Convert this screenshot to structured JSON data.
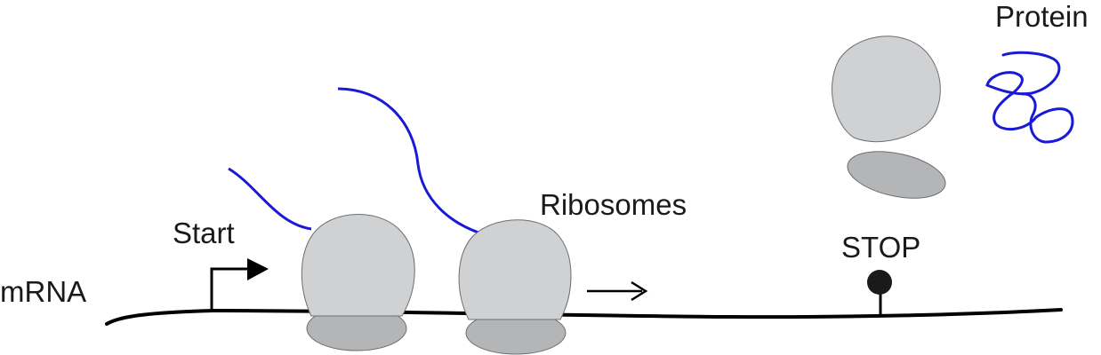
{
  "labels": {
    "mrna": "mRNA",
    "start": "Start",
    "ribosomes": "Ribosomes",
    "stop": "STOP",
    "protein": "Protein"
  },
  "colors": {
    "line": "#000000",
    "protein_chain": "#1a1ad6",
    "ribosome_large": "#d0d1d3",
    "ribosome_small": "#b4b5b7",
    "ribosome_outline": "#6d6e70"
  }
}
